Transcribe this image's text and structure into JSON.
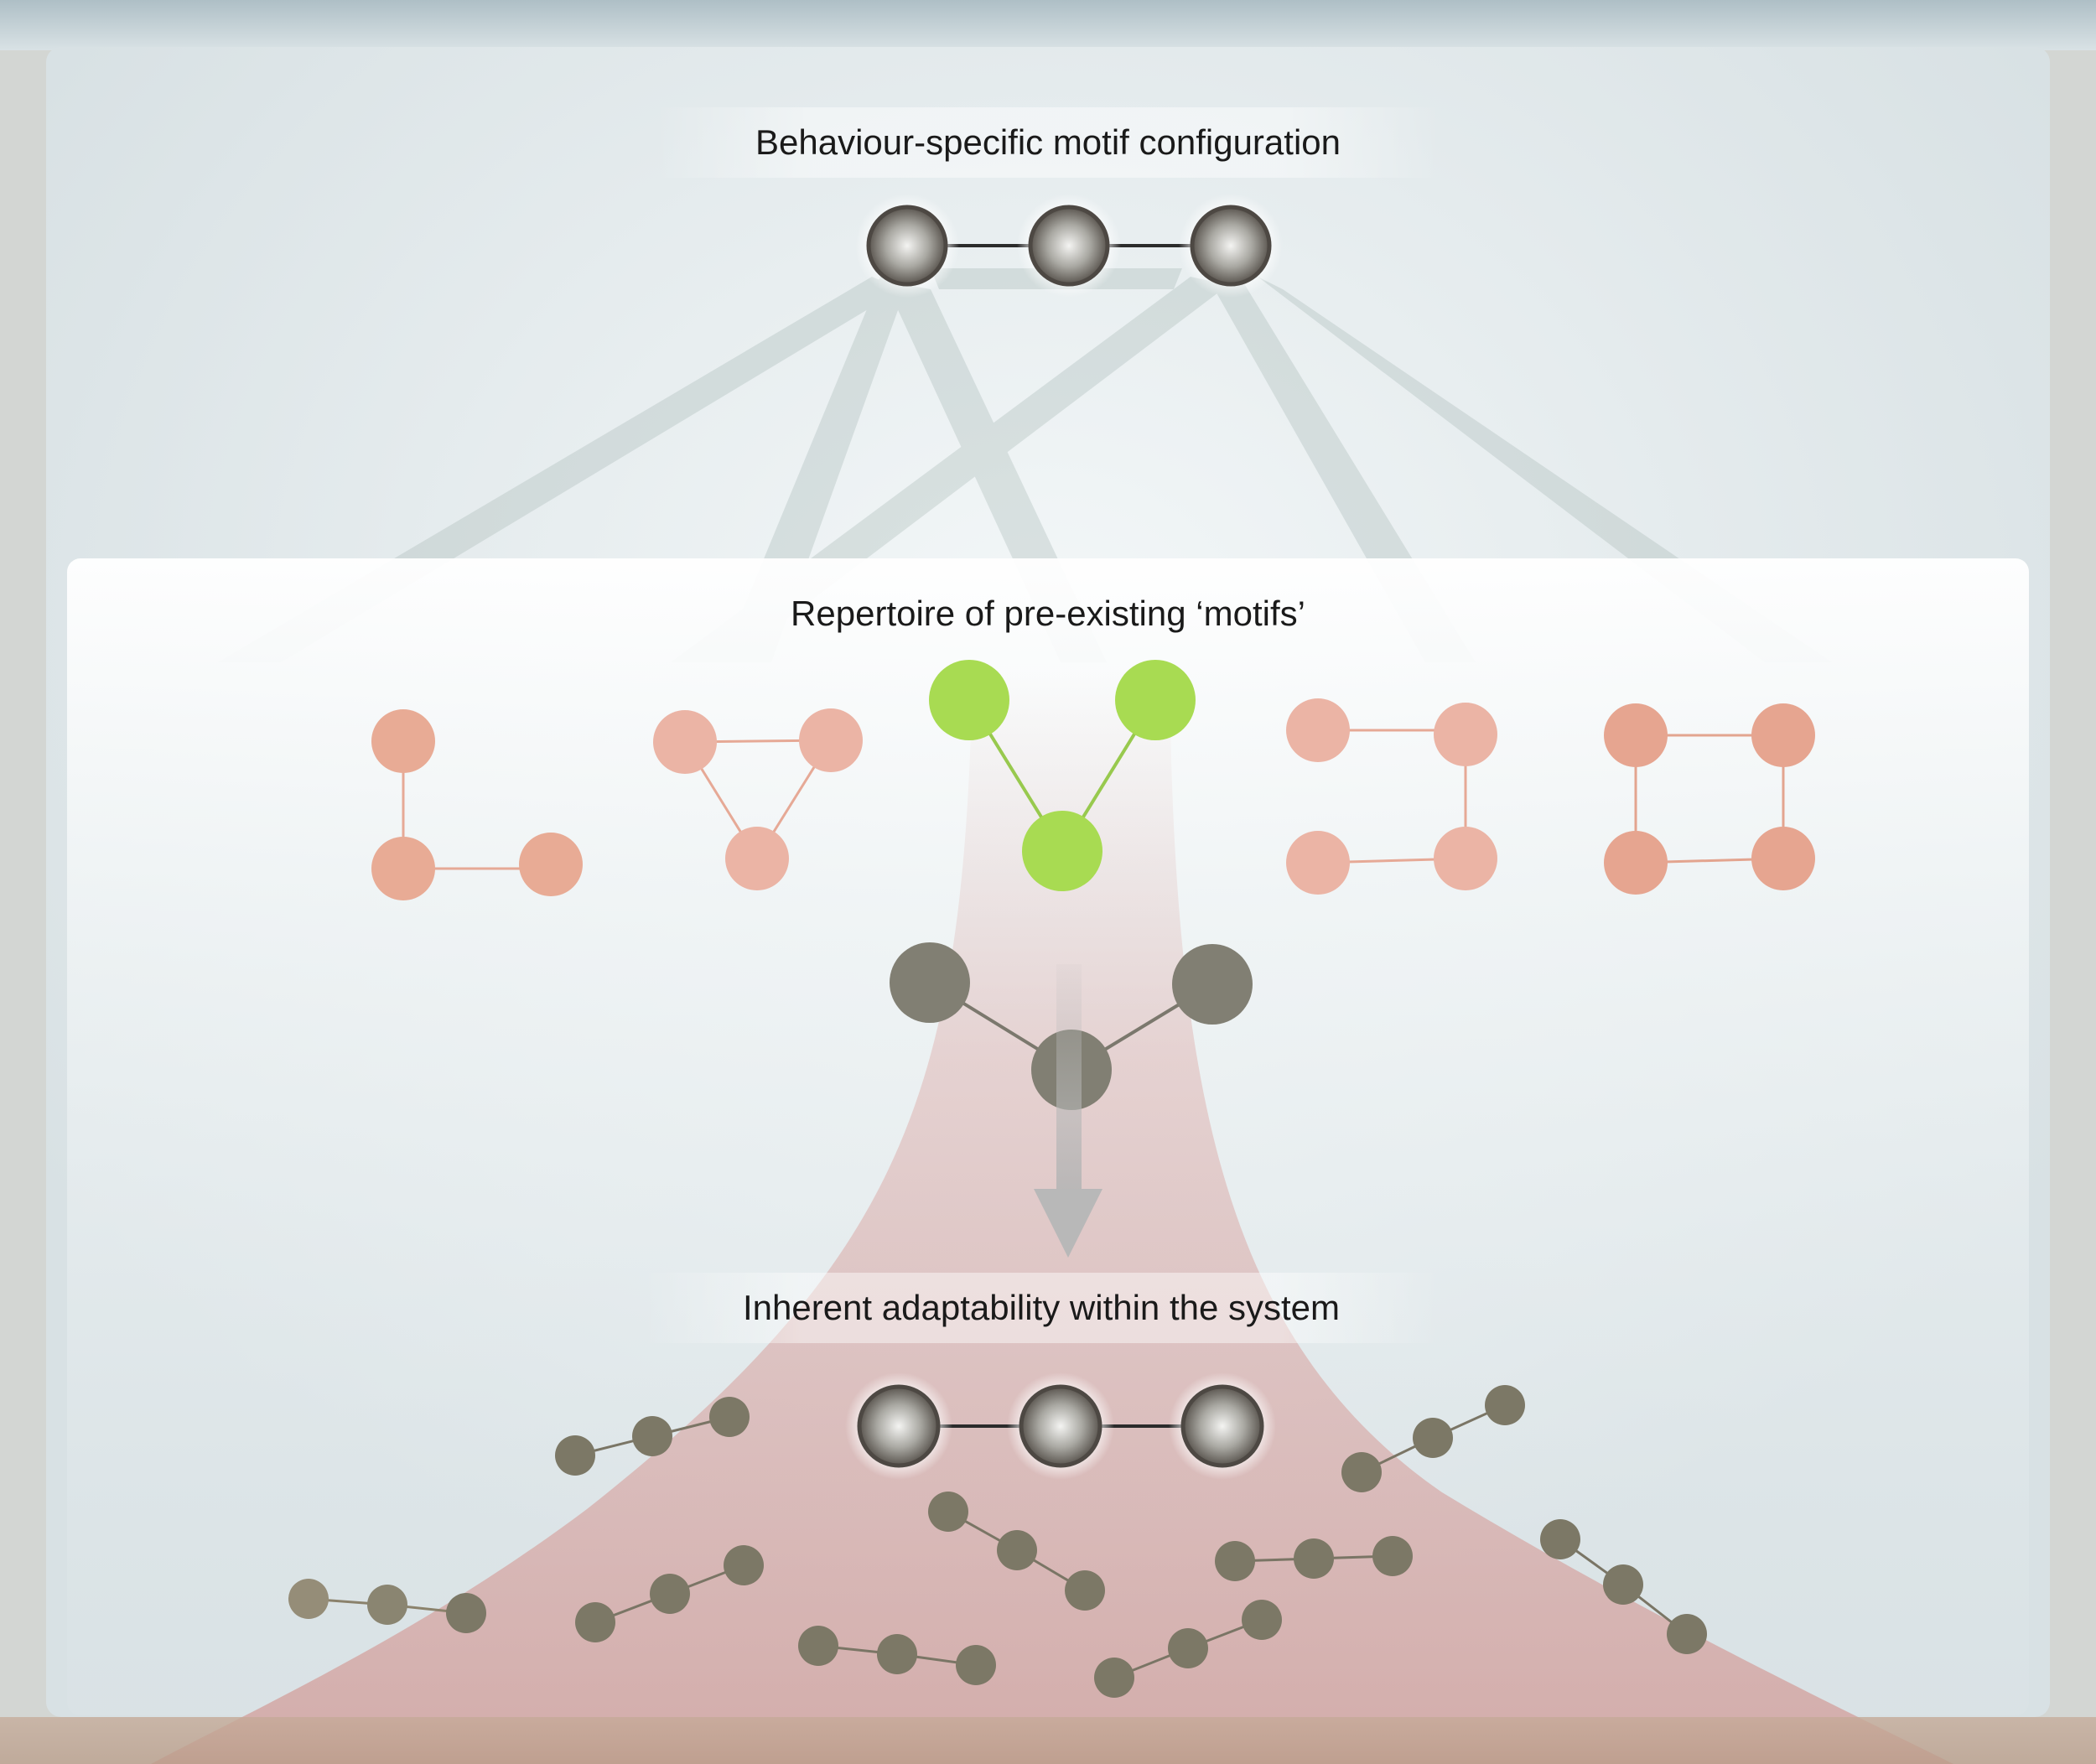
{
  "labels": {
    "top": "Behaviour-specific motif configuration",
    "middle": "Repertoire of pre-existing ‘motifs’",
    "bottom": "Inherent adaptability within the system"
  },
  "colors": {
    "motif_orange": "#e3a58f",
    "motif_green": "#a7dc52",
    "node_dark": "#817f73",
    "highlight_node": "#5a554f",
    "funnel": "#d9a5a0"
  }
}
